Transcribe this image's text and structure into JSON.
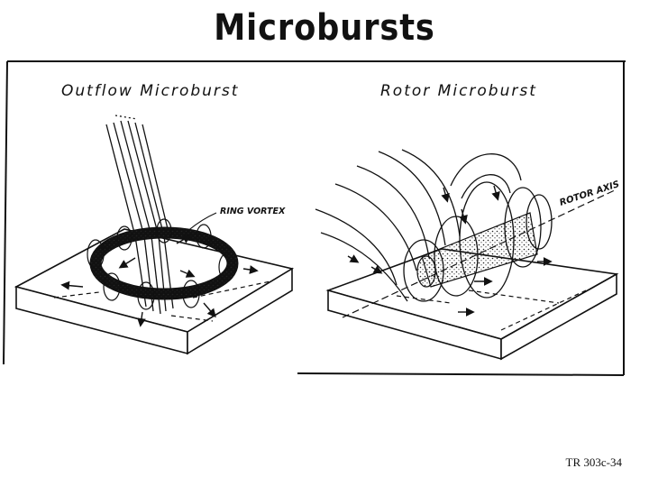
{
  "title": "Microbursts",
  "panels": {
    "left": {
      "label": "Outflow Microburst",
      "callout": "RING VORTEX"
    },
    "right": {
      "label": "Rotor Microburst",
      "callout": "ROTOR AXIS"
    }
  },
  "footer": "TR 303c-34"
}
